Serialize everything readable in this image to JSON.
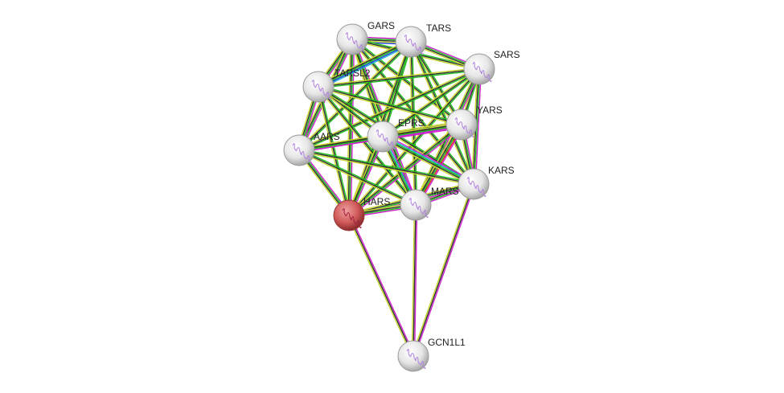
{
  "network": {
    "query_node": "HARS",
    "nodes": [
      {
        "id": "GARS",
        "label": "GARS"
      },
      {
        "id": "TARS",
        "label": "TARS"
      },
      {
        "id": "SARS",
        "label": "SARS"
      },
      {
        "id": "TARSL2",
        "label": "TARSL2"
      },
      {
        "id": "YARS",
        "label": "YARS"
      },
      {
        "id": "EPRS",
        "label": "EPRS"
      },
      {
        "id": "AARS",
        "label": "AARS"
      },
      {
        "id": "KARS",
        "label": "KARS"
      },
      {
        "id": "MARS",
        "label": "MARS"
      },
      {
        "id": "HARS",
        "label": "HARS"
      },
      {
        "id": "GCN1L1",
        "label": "GCN1L1"
      }
    ],
    "colors": {
      "query_node": "#d05a5a",
      "node": "#e8e8e8",
      "evidence": {
        "experiments": "#d020d0",
        "textmining": "#c8d830",
        "coexpression": "#303030",
        "database": "#20b8d0",
        "cooccurrence": "#2040e0",
        "neighborhood": "#20c020",
        "fusion": "#e02020"
      }
    },
    "edges": [
      {
        "a": "GARS",
        "b": "TARS",
        "ev": [
          "experiments",
          "neighborhood",
          "coexpression",
          "textmining",
          "cooccurrence"
        ]
      },
      {
        "a": "GARS",
        "b": "SARS",
        "ev": [
          "neighborhood",
          "coexpression",
          "textmining"
        ]
      },
      {
        "a": "GARS",
        "b": "TARSL2",
        "ev": [
          "experiments",
          "neighborhood",
          "coexpression",
          "textmining"
        ]
      },
      {
        "a": "GARS",
        "b": "YARS",
        "ev": [
          "neighborhood",
          "coexpression",
          "textmining"
        ]
      },
      {
        "a": "GARS",
        "b": "EPRS",
        "ev": [
          "neighborhood",
          "coexpression",
          "textmining"
        ]
      },
      {
        "a": "GARS",
        "b": "AARS",
        "ev": [
          "experiments",
          "neighborhood",
          "coexpression",
          "textmining"
        ]
      },
      {
        "a": "GARS",
        "b": "KARS",
        "ev": [
          "neighborhood",
          "coexpression",
          "textmining"
        ]
      },
      {
        "a": "GARS",
        "b": "MARS",
        "ev": [
          "experiments",
          "neighborhood",
          "coexpression",
          "textmining"
        ]
      },
      {
        "a": "GARS",
        "b": "HARS",
        "ev": [
          "experiments",
          "neighborhood",
          "coexpression",
          "textmining"
        ]
      },
      {
        "a": "TARS",
        "b": "SARS",
        "ev": [
          "experiments",
          "neighborhood",
          "coexpression",
          "textmining"
        ]
      },
      {
        "a": "TARS",
        "b": "TARSL2",
        "ev": [
          "database",
          "cooccurrence",
          "neighborhood",
          "coexpression",
          "textmining"
        ]
      },
      {
        "a": "TARS",
        "b": "YARS",
        "ev": [
          "neighborhood",
          "coexpression",
          "textmining"
        ]
      },
      {
        "a": "TARS",
        "b": "EPRS",
        "ev": [
          "neighborhood",
          "coexpression",
          "textmining"
        ]
      },
      {
        "a": "TARS",
        "b": "AARS",
        "ev": [
          "neighborhood",
          "coexpression",
          "textmining"
        ]
      },
      {
        "a": "TARS",
        "b": "KARS",
        "ev": [
          "neighborhood",
          "coexpression",
          "textmining"
        ]
      },
      {
        "a": "TARS",
        "b": "MARS",
        "ev": [
          "neighborhood",
          "coexpression",
          "textmining"
        ]
      },
      {
        "a": "TARS",
        "b": "HARS",
        "ev": [
          "neighborhood",
          "coexpression",
          "textmining"
        ]
      },
      {
        "a": "SARS",
        "b": "TARSL2",
        "ev": [
          "neighborhood",
          "coexpression",
          "textmining"
        ]
      },
      {
        "a": "SARS",
        "b": "YARS",
        "ev": [
          "neighborhood",
          "coexpression",
          "textmining"
        ]
      },
      {
        "a": "SARS",
        "b": "EPRS",
        "ev": [
          "neighborhood",
          "coexpression",
          "textmining"
        ]
      },
      {
        "a": "SARS",
        "b": "AARS",
        "ev": [
          "neighborhood",
          "coexpression",
          "textmining"
        ]
      },
      {
        "a": "SARS",
        "b": "KARS",
        "ev": [
          "experiments",
          "neighborhood",
          "coexpression",
          "textmining"
        ]
      },
      {
        "a": "SARS",
        "b": "MARS",
        "ev": [
          "experiments",
          "neighborhood",
          "coexpression",
          "textmining"
        ]
      },
      {
        "a": "SARS",
        "b": "HARS",
        "ev": [
          "neighborhood",
          "coexpression",
          "textmining"
        ]
      },
      {
        "a": "TARSL2",
        "b": "YARS",
        "ev": [
          "neighborhood",
          "coexpression",
          "textmining"
        ]
      },
      {
        "a": "TARSL2",
        "b": "EPRS",
        "ev": [
          "neighborhood",
          "coexpression",
          "textmining"
        ]
      },
      {
        "a": "TARSL2",
        "b": "AARS",
        "ev": [
          "experiments",
          "neighborhood",
          "coexpression",
          "textmining"
        ]
      },
      {
        "a": "TARSL2",
        "b": "KARS",
        "ev": [
          "neighborhood",
          "coexpression",
          "textmining"
        ]
      },
      {
        "a": "TARSL2",
        "b": "MARS",
        "ev": [
          "neighborhood",
          "coexpression",
          "textmining"
        ]
      },
      {
        "a": "TARSL2",
        "b": "HARS",
        "ev": [
          "neighborhood",
          "coexpression",
          "textmining"
        ]
      },
      {
        "a": "YARS",
        "b": "EPRS",
        "ev": [
          "experiments",
          "database",
          "fusion",
          "neighborhood",
          "coexpression",
          "textmining"
        ]
      },
      {
        "a": "YARS",
        "b": "AARS",
        "ev": [
          "experiments",
          "neighborhood",
          "coexpression",
          "textmining"
        ]
      },
      {
        "a": "YARS",
        "b": "KARS",
        "ev": [
          "experiments",
          "neighborhood",
          "coexpression",
          "textmining"
        ]
      },
      {
        "a": "YARS",
        "b": "MARS",
        "ev": [
          "experiments",
          "fusion",
          "neighborhood",
          "coexpression",
          "textmining"
        ]
      },
      {
        "a": "YARS",
        "b": "HARS",
        "ev": [
          "experiments",
          "neighborhood",
          "coexpression",
          "textmining"
        ]
      },
      {
        "a": "EPRS",
        "b": "AARS",
        "ev": [
          "experiments",
          "neighborhood",
          "coexpression",
          "textmining"
        ]
      },
      {
        "a": "EPRS",
        "b": "KARS",
        "ev": [
          "experiments",
          "database",
          "neighborhood",
          "coexpression",
          "textmining"
        ]
      },
      {
        "a": "EPRS",
        "b": "MARS",
        "ev": [
          "experiments",
          "database",
          "neighborhood",
          "coexpression",
          "textmining"
        ]
      },
      {
        "a": "EPRS",
        "b": "HARS",
        "ev": [
          "experiments",
          "neighborhood",
          "coexpression",
          "textmining"
        ]
      },
      {
        "a": "AARS",
        "b": "KARS",
        "ev": [
          "neighborhood",
          "coexpression",
          "textmining"
        ]
      },
      {
        "a": "AARS",
        "b": "MARS",
        "ev": [
          "neighborhood",
          "coexpression",
          "textmining"
        ]
      },
      {
        "a": "AARS",
        "b": "HARS",
        "ev": [
          "experiments",
          "neighborhood",
          "coexpression",
          "textmining"
        ]
      },
      {
        "a": "KARS",
        "b": "MARS",
        "ev": [
          "experiments",
          "neighborhood",
          "coexpression",
          "textmining"
        ]
      },
      {
        "a": "KARS",
        "b": "HARS",
        "ev": [
          "experiments",
          "neighborhood",
          "coexpression",
          "textmining"
        ]
      },
      {
        "a": "MARS",
        "b": "HARS",
        "ev": [
          "experiments",
          "neighborhood",
          "coexpression",
          "textmining"
        ]
      },
      {
        "a": "HARS",
        "b": "GCN1L1",
        "ev": [
          "experiments",
          "coexpression",
          "textmining"
        ]
      },
      {
        "a": "MARS",
        "b": "GCN1L1",
        "ev": [
          "experiments",
          "coexpression",
          "textmining"
        ]
      },
      {
        "a": "KARS",
        "b": "GCN1L1",
        "ev": [
          "experiments",
          "coexpression",
          "textmining"
        ]
      }
    ]
  }
}
